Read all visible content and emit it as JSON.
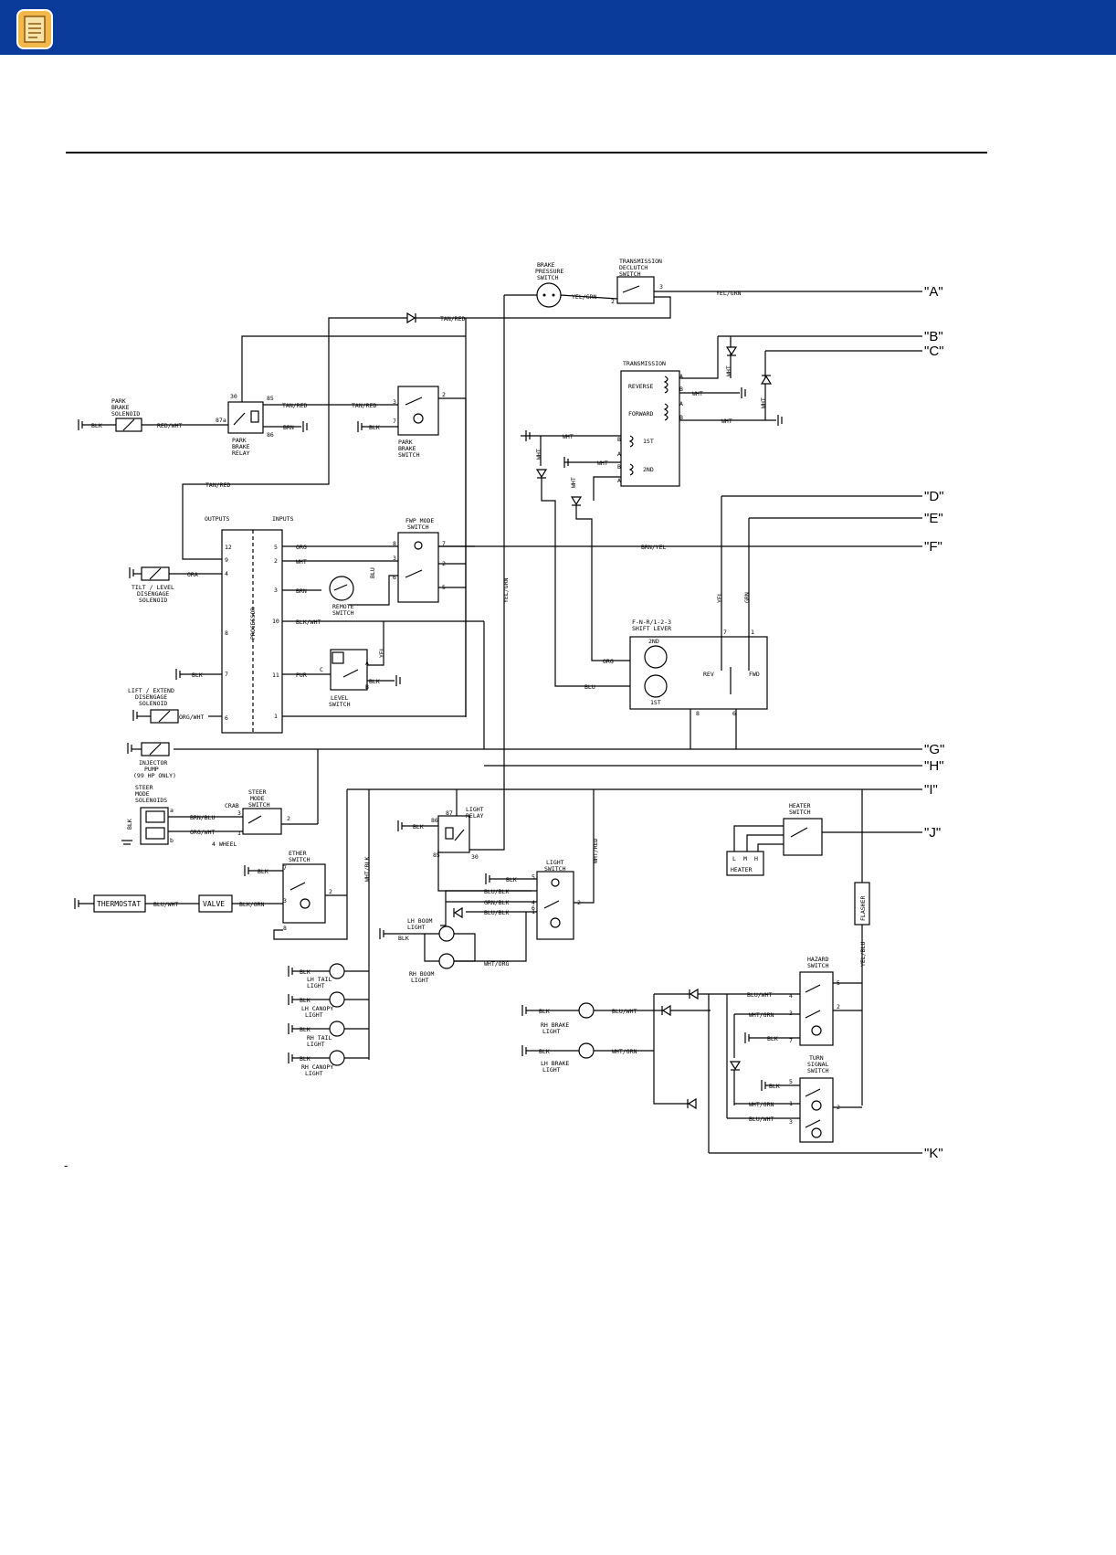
{
  "window": {
    "icon": "document-icon",
    "colors": {
      "topbar": "#0a3a9a",
      "icon_bg": "#f2b84b"
    }
  },
  "footer_mark": "-",
  "diagram": {
    "connectors": [
      "\"A\"",
      "\"B\"",
      "\"C\"",
      "\"D\"",
      "\"E\"",
      "\"F\"",
      "\"G\"",
      "\"H\"",
      "\"I\"",
      "\"J\"",
      "\"K\""
    ],
    "components": {
      "brake_pressure_switch": "BRAKE PRESSURE SWITCH",
      "trans_declutch_switch": "TRANSMISSION DECLUTCH SWITCH",
      "transmission": "TRANSMISSION",
      "reverse": "REVERSE",
      "forward": "FORWARD",
      "first": "1ST",
      "second": "2ND",
      "park_brake_solenoid": "PARK BRAKE SOLENOID",
      "park_brake_relay": "PARK BRAKE RELAY",
      "park_brake_switch": "PARK BRAKE SWITCH",
      "outputs": "OUTPUTS",
      "inputs": "INPUTS",
      "processor": "PROCESSOR",
      "fnr_mode_switch": "FWP MODE SWITCH",
      "remote_switch": "REMOTE SWITCH",
      "tilt_solenoid": "TILT / LEVEL DISENGAGE SOLENOID",
      "level_switch": "LEVEL SWITCH",
      "lift_solenoid": "LIFT / EXTEND DISENGAGE SOLENOID",
      "shift_lever": "F-N-R/1-2-3 SHIFT LEVER",
      "rev": "REV",
      "fwd": "FWD",
      "injector_pump": "INJECTOR PUMP",
      "injector_note": "(99 HP ONLY)",
      "steer_solenoids": "STEER MODE SOLENOIDS",
      "steer_switch": "STEER MODE SWITCH",
      "crab": "CRAB",
      "four_wheel": "4 WHEEL",
      "ether_switch": "ETHER SWITCH",
      "thermostat": "THERMOSTAT",
      "valve": "VALVE",
      "light_relay": "LIGHT RELAY",
      "light_switch": "LIGHT SWITCH",
      "heater_switch": "HEATER SWITCH",
      "heater": "HEATER",
      "heater_lmh": [
        "L",
        "M",
        "H"
      ],
      "lh_boom_light": "LH BOOM LIGHT",
      "rh_boom_light": "RH BOOM LIGHT",
      "lh_tail_light": "LH TAIL LIGHT",
      "lh_canopy_light": "LH CANOPY LIGHT",
      "rh_tail_light": "RH TAIL LIGHT",
      "rh_canopy_light": "RH CANOPY LIGHT",
      "flasher": "FLASHER",
      "hazard_switch": "HAZARD SWITCH",
      "rh_brake_light": "RH BRAKE LIGHT",
      "lh_brake_light": "LH BRAKE LIGHT",
      "turn_signal_switch": "TURN SIGNAL SWITCH"
    },
    "wires": {
      "yel_grn": "YEL/GRN",
      "tan_red": "TAN/RED",
      "red_wht": "RED/WHT",
      "blk": "BLK",
      "brn": "BRN",
      "wht": "WHT",
      "org": "ORG",
      "ora": "ORA",
      "blu": "BLU",
      "blk_wht": "BLK/WHT",
      "pur": "PUR",
      "yel": "YEL",
      "grn": "GRN",
      "org_wht": "ORG/WHT",
      "brn_yel": "BRN/YEL",
      "brn_blu": "BRN/BLU",
      "org_wht2": "ORG/WHT",
      "wht_blk": "WHT/BLK",
      "wht_red": "WHT/RED",
      "blu_blk": "BLU/BLK",
      "grn_blk": "GRN/BLK",
      "wht_org": "WHT/ORG",
      "blu_wht": "BLU/WHT",
      "blk_grn": "BLK/GRN",
      "wht_grn": "WHT/GRN",
      "yel_blu": "YEL/BLU"
    },
    "pins": {
      "relay": [
        "30",
        "85",
        "87a",
        "86"
      ],
      "processor_out": [
        "12",
        "9",
        "4",
        "8",
        "7",
        "6"
      ],
      "processor_in": [
        "5",
        "2",
        "3",
        "10",
        "11",
        "1"
      ]
    }
  }
}
